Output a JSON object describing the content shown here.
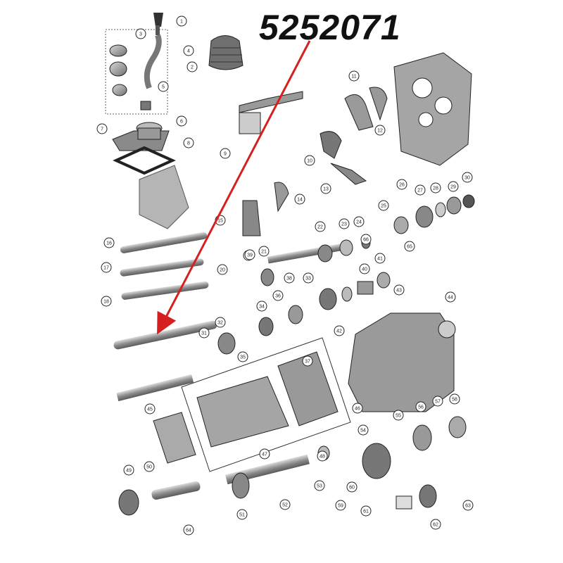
{
  "part_number": "5252071",
  "colors": {
    "arrow": "#d62020",
    "part_fill": "#9a9a9a",
    "part_dark": "#555555",
    "part_light": "#c8c8c8",
    "outline": "#222222"
  },
  "callouts": [
    "1",
    "2",
    "3",
    "4",
    "5",
    "6",
    "7",
    "8",
    "9",
    "10",
    "11",
    "12",
    "13",
    "14",
    "15",
    "16",
    "17",
    "18",
    "19",
    "20",
    "21",
    "22",
    "23",
    "24",
    "25",
    "26",
    "27",
    "28",
    "29",
    "30",
    "31",
    "32",
    "33",
    "34",
    "35",
    "36",
    "37",
    "38",
    "39",
    "40",
    "41",
    "42",
    "43",
    "44",
    "45",
    "46",
    "47",
    "48",
    "49",
    "50",
    "51",
    "52",
    "53",
    "54",
    "55",
    "56",
    "57",
    "58",
    "59",
    "60",
    "61",
    "62",
    "63",
    "64",
    "65",
    "66"
  ]
}
